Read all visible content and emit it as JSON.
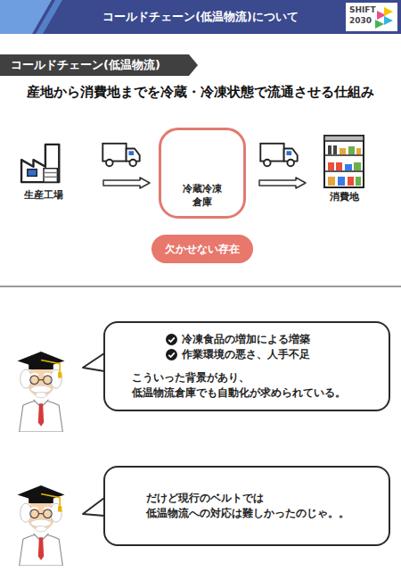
{
  "diagram": {
    "title": "コールドチェーン(低温物流)について",
    "nodes": [
      {
        "text": [
          "コールドチェーン(低温物流)"
        ]
      },
      {
        "text": [
          "冷蔵冷凍倉庫"
        ]
      },
      {
        "text": [
          "欠かせない存在"
        ]
      },
      {
        "text": [
          "冷凍食品の増加による増築",
          "作業環境の悪さ、人手不足",
          "こういった背景があり、 低温物流倉庫でも自動化が求められている。"
        ]
      },
      {
        "text": [
          "だけど現行のベルトでは 低温物流への対応は難しかったのじゃ。。"
        ]
      }
    ],
    "labels": [
      "SHIFT",
      "2030",
      "産地から消費地までを冷蔵・冷凍状態で流通させる仕組み",
      "生産工場",
      "消費地"
    ]
  }
}
